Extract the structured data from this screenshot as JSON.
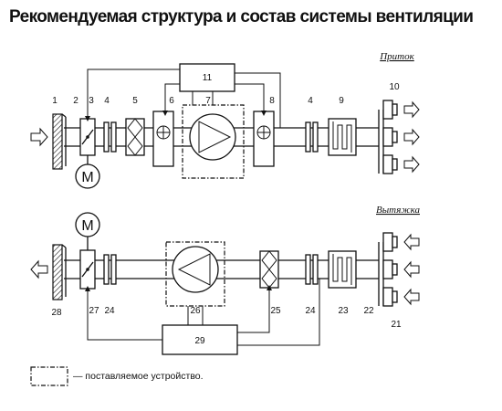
{
  "title": "Рекомендуемая структура и состав системы вентиляции",
  "supply": {
    "section_label": "Приток",
    "controller_label": "11",
    "component_numbers": [
      "1",
      "2",
      "3",
      "4",
      "5",
      "6",
      "7",
      "8",
      "4",
      "9",
      "10"
    ]
  },
  "exhaust": {
    "section_label": "Вытяжка",
    "controller_label": "29",
    "component_numbers": [
      "28",
      "27",
      "24",
      "26",
      "25",
      "24",
      "23",
      "22",
      "21"
    ]
  },
  "legend": {
    "text": "— поставляемое устройство."
  }
}
